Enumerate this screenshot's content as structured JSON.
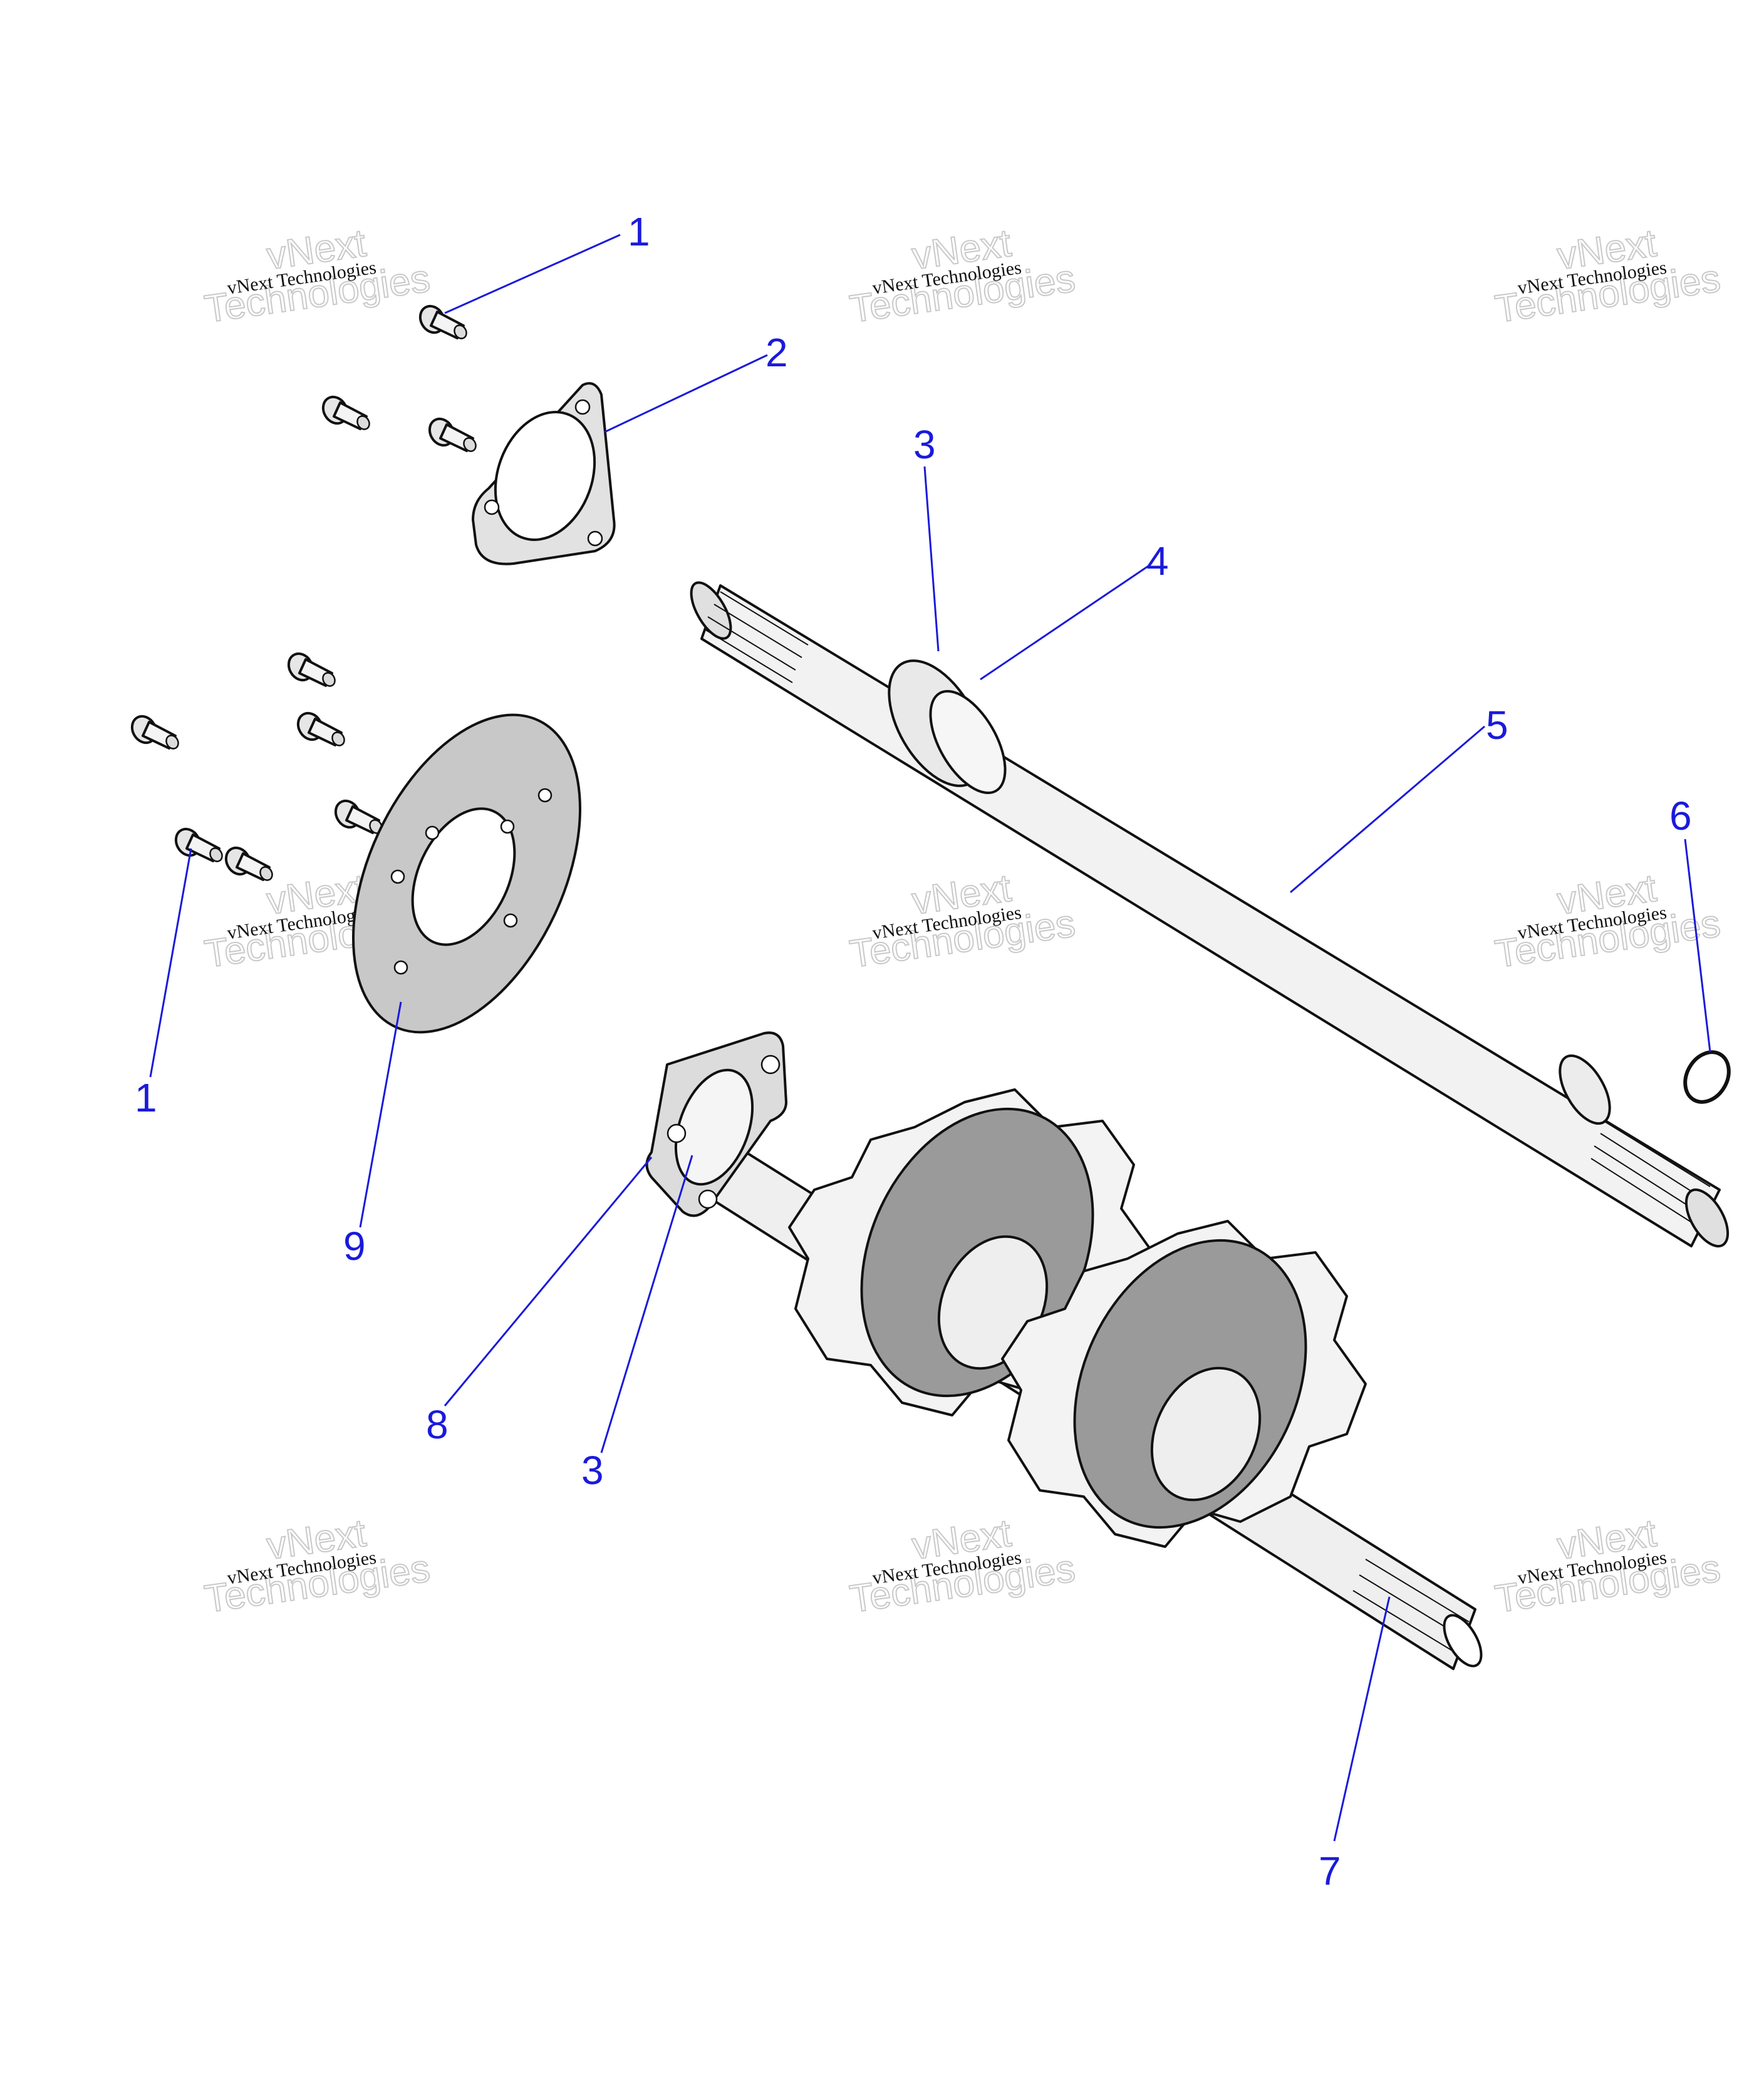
{
  "callouts": [
    {
      "id": "c1a",
      "label": "1"
    },
    {
      "id": "c2",
      "label": "2"
    },
    {
      "id": "c3a",
      "label": "3"
    },
    {
      "id": "c4",
      "label": "4"
    },
    {
      "id": "c5",
      "label": "5"
    },
    {
      "id": "c6",
      "label": "6"
    },
    {
      "id": "c1b",
      "label": "1"
    },
    {
      "id": "c9",
      "label": "9"
    },
    {
      "id": "c8",
      "label": "8"
    },
    {
      "id": "c3b",
      "label": "3"
    },
    {
      "id": "c7",
      "label": "7"
    }
  ],
  "watermark": {
    "line_small": "vNext Technologies",
    "line_big_1": "vNext",
    "line_big_2": "Technologies"
  },
  "colors": {
    "callout": "#1a1adb",
    "part_fill": "#f2f2f2",
    "part_shade": "#cfcfcf",
    "plate_fill": "#c8c8c8"
  }
}
